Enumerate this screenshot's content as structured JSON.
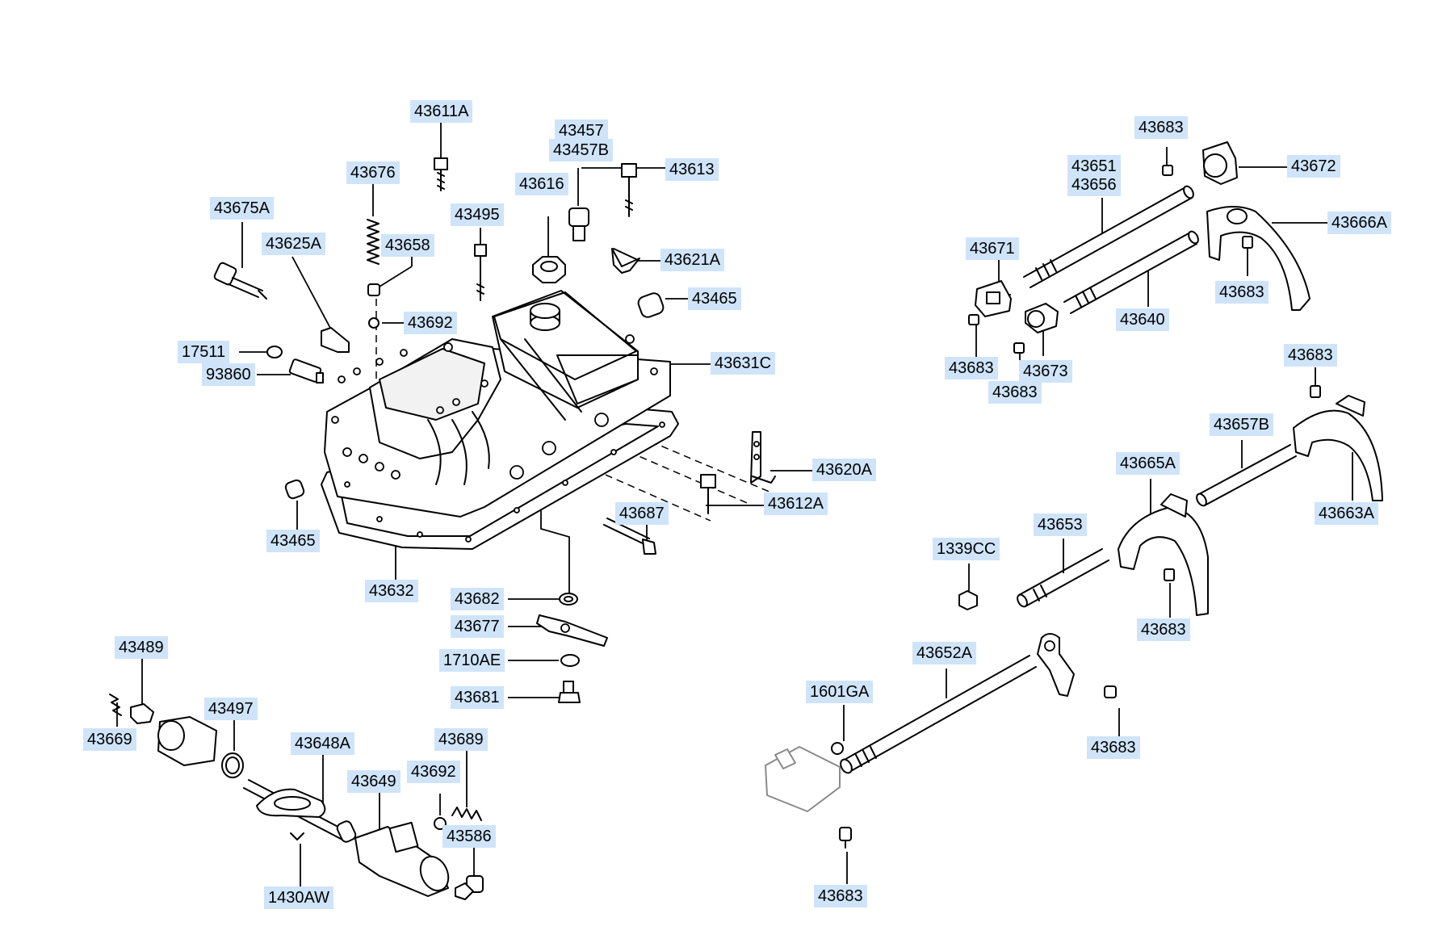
{
  "diagram": {
    "labels": [
      {
        "id": "l01",
        "text": "43611A"
      },
      {
        "id": "l02",
        "text": "43457"
      },
      {
        "id": "l03",
        "text": "43457B"
      },
      {
        "id": "l04",
        "text": "43613"
      },
      {
        "id": "l05",
        "text": "43676"
      },
      {
        "id": "l06",
        "text": "43616"
      },
      {
        "id": "l07",
        "text": "43675A"
      },
      {
        "id": "l08",
        "text": "43495"
      },
      {
        "id": "l09",
        "text": "43625A"
      },
      {
        "id": "l10",
        "text": "43658"
      },
      {
        "id": "l11",
        "text": "43621A"
      },
      {
        "id": "l12",
        "text": "43465"
      },
      {
        "id": "l13",
        "text": "43692"
      },
      {
        "id": "l14",
        "text": "17511"
      },
      {
        "id": "l15",
        "text": "93860"
      },
      {
        "id": "l16",
        "text": "43631C"
      },
      {
        "id": "l17",
        "text": "43620A"
      },
      {
        "id": "l18",
        "text": "43612A"
      },
      {
        "id": "l19",
        "text": "43687"
      },
      {
        "id": "l20",
        "text": "43465"
      },
      {
        "id": "l21",
        "text": "43632"
      },
      {
        "id": "l22",
        "text": "43682"
      },
      {
        "id": "l23",
        "text": "43677"
      },
      {
        "id": "l24",
        "text": "1710AE"
      },
      {
        "id": "l25",
        "text": "43681"
      },
      {
        "id": "l26",
        "text": "43489"
      },
      {
        "id": "l27",
        "text": "43497"
      },
      {
        "id": "l28",
        "text": "43669"
      },
      {
        "id": "l29",
        "text": "43648A"
      },
      {
        "id": "l30",
        "text": "43689"
      },
      {
        "id": "l31",
        "text": "43692"
      },
      {
        "id": "l32",
        "text": "43649"
      },
      {
        "id": "l33",
        "text": "43586"
      },
      {
        "id": "l34",
        "text": "1430AW"
      },
      {
        "id": "l35",
        "text": "43683"
      },
      {
        "id": "l36",
        "text": "43672"
      },
      {
        "id": "l37",
        "text": "43651"
      },
      {
        "id": "l38",
        "text": "43656"
      },
      {
        "id": "l39",
        "text": "43666A"
      },
      {
        "id": "l40",
        "text": "43671"
      },
      {
        "id": "l41",
        "text": "43683"
      },
      {
        "id": "l42",
        "text": "43640"
      },
      {
        "id": "l43",
        "text": "43683"
      },
      {
        "id": "l44",
        "text": "43673"
      },
      {
        "id": "l45",
        "text": "43683"
      },
      {
        "id": "l46",
        "text": "43683"
      },
      {
        "id": "l47",
        "text": "43657B"
      },
      {
        "id": "l48",
        "text": "43665A"
      },
      {
        "id": "l49",
        "text": "43663A"
      },
      {
        "id": "l50",
        "text": "43653"
      },
      {
        "id": "l51",
        "text": "1339CC"
      },
      {
        "id": "l52",
        "text": "43683"
      },
      {
        "id": "l53",
        "text": "43652A"
      },
      {
        "id": "l54",
        "text": "1601GA"
      },
      {
        "id": "l55",
        "text": "43683"
      },
      {
        "id": "l56",
        "text": "43683"
      }
    ]
  }
}
